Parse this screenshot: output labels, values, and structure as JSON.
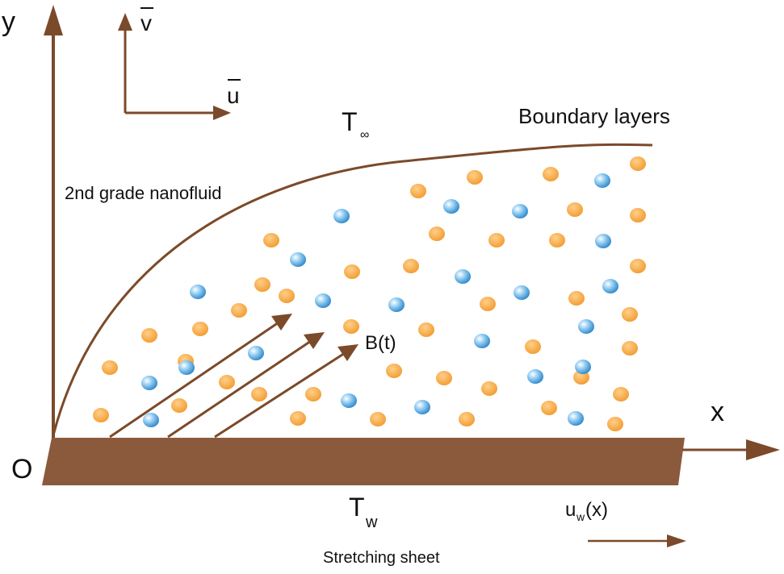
{
  "labels": {
    "y_axis": "y",
    "x_axis": "x",
    "origin": "O",
    "v_bar": "v",
    "u_bar": "u",
    "t_inf_main": "T",
    "t_inf_sub": "∞",
    "boundary_layers": "Boundary layers",
    "fluid": "2nd grade nanofluid",
    "magnetic_field": "B(t)",
    "t_w_main": "T",
    "t_w_sub": "w",
    "uw_main": "u",
    "uw_sub": "w",
    "uw_arg": "(x)",
    "sheet": "Stretching sheet"
  },
  "colors": {
    "brown": "#7b4a2a",
    "sheet_fill": "#8b5a3c",
    "orange_particle": "#f4a63a",
    "blue_particle": "#4aa3e0"
  },
  "icons": {
    "orange": "nanoparticle-orange-icon",
    "blue": "nanoparticle-blue-icon"
  }
}
